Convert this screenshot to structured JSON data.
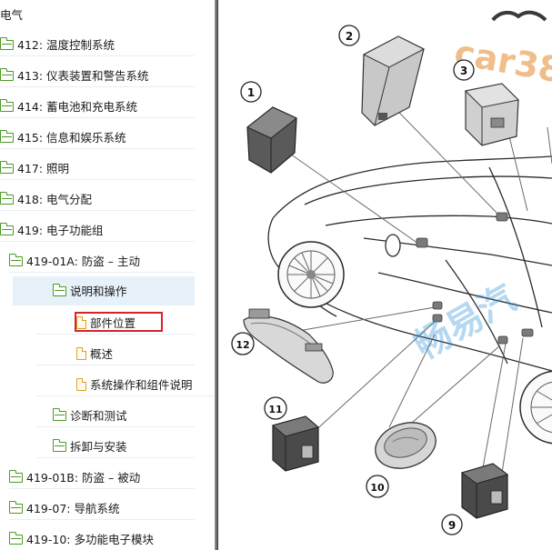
{
  "tree": {
    "root_label": "电气",
    "items": [
      {
        "label": "412: 温度控制系统",
        "icon": "folder-icon"
      },
      {
        "label": "413: 仪表装置和警告系统",
        "icon": "folder-icon"
      },
      {
        "label": "414: 蓄电池和充电系统",
        "icon": "folder-icon"
      },
      {
        "label": "415: 信息和娱乐系统",
        "icon": "folder-icon"
      },
      {
        "label": "417: 照明",
        "icon": "folder-icon"
      },
      {
        "label": "418: 电气分配",
        "icon": "folder-icon"
      },
      {
        "label": "419: 电子功能组",
        "icon": "folder-icon"
      },
      {
        "label": "419-01A: 防盗 – 主动",
        "icon": "folder-icon"
      },
      {
        "label": "说明和操作",
        "icon": "folder-icon",
        "selected": true
      },
      {
        "label": "部件位置",
        "icon": "document-icon",
        "current": true
      },
      {
        "label": "概述",
        "icon": "document-icon"
      },
      {
        "label": "系统操作和组件说明",
        "icon": "document-icon"
      },
      {
        "label": "诊断和测试",
        "icon": "folder-icon"
      },
      {
        "label": "拆卸与安装",
        "icon": "folder-icon"
      },
      {
        "label": "419-01B: 防盗 – 被动",
        "icon": "folder-icon"
      },
      {
        "label": "419-07: 导航系统",
        "icon": "folder-icon"
      },
      {
        "label": "419-10: 多功能电子模块",
        "icon": "folder-icon"
      }
    ]
  },
  "diagram": {
    "callouts": [
      "1",
      "2",
      "3",
      "9",
      "10",
      "11",
      "12"
    ],
    "watermark_top": "car38",
    "watermark_diag": "畅易汽"
  },
  "colors": {
    "folder_icon": "#4c9a23",
    "document_icon": "#e0a020",
    "selection_bg": "#e7f1fa",
    "current_outline": "#d3242a",
    "divider": "#6f6f6f",
    "watermark_orange": "#e3892b",
    "watermark_blue": "#2a8fd6"
  }
}
